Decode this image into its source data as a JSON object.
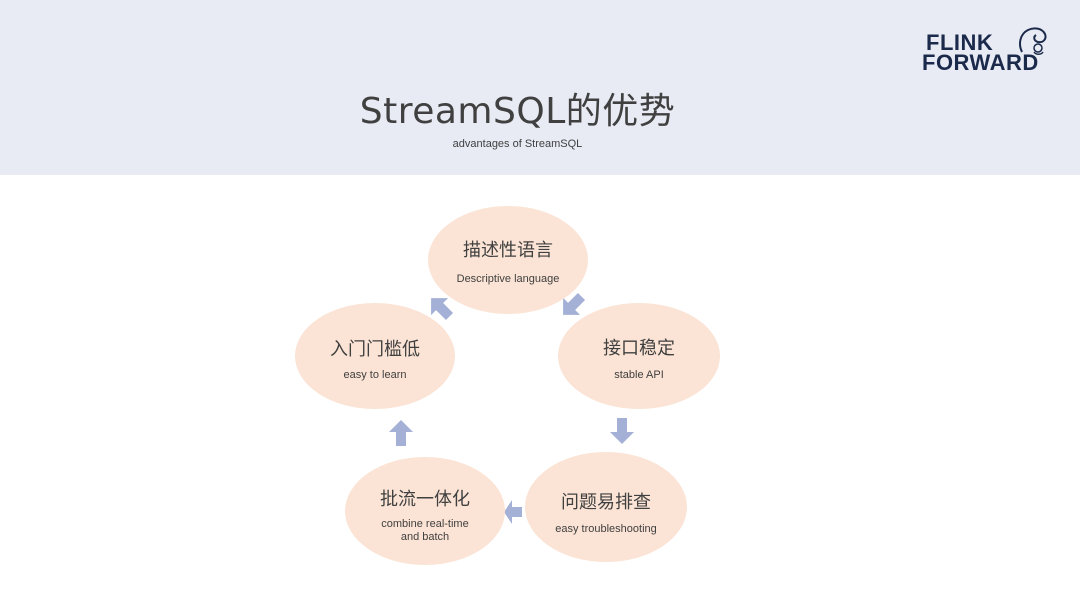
{
  "header": {
    "title": "StreamSQL的优势",
    "subtitle": "advantages of StreamSQL",
    "logo_line1": "FLINK",
    "logo_line2": "FORWARD"
  },
  "cycle": {
    "nodes": [
      {
        "cn": "描述性语言",
        "en": "Descriptive language"
      },
      {
        "cn": "接口稳定",
        "en": "stable API"
      },
      {
        "cn": "问题易排查",
        "en": "easy troubleshooting"
      },
      {
        "cn": "批流一体化",
        "en": "combine real-time\nand batch"
      },
      {
        "cn": "入门门槛低",
        "en": "easy to learn"
      }
    ]
  },
  "colors": {
    "header_bg": "#e8ebf4",
    "node_fill": "#fbe4d5",
    "arrow_fill": "#a4b0d6",
    "text": "#404040"
  },
  "icons": [
    "arrow-icon",
    "squirrel-logo-icon"
  ]
}
